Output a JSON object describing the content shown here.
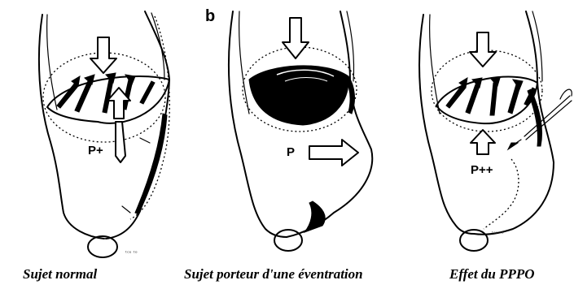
{
  "panel_letter_b": "b",
  "labels": {
    "p_plus": "P+",
    "p": "P",
    "p_plusplus": "P++"
  },
  "captions": {
    "left": "Sujet normal",
    "middle": "Sujet porteur d'une éventration",
    "right": "Effet du PPPO"
  }
}
